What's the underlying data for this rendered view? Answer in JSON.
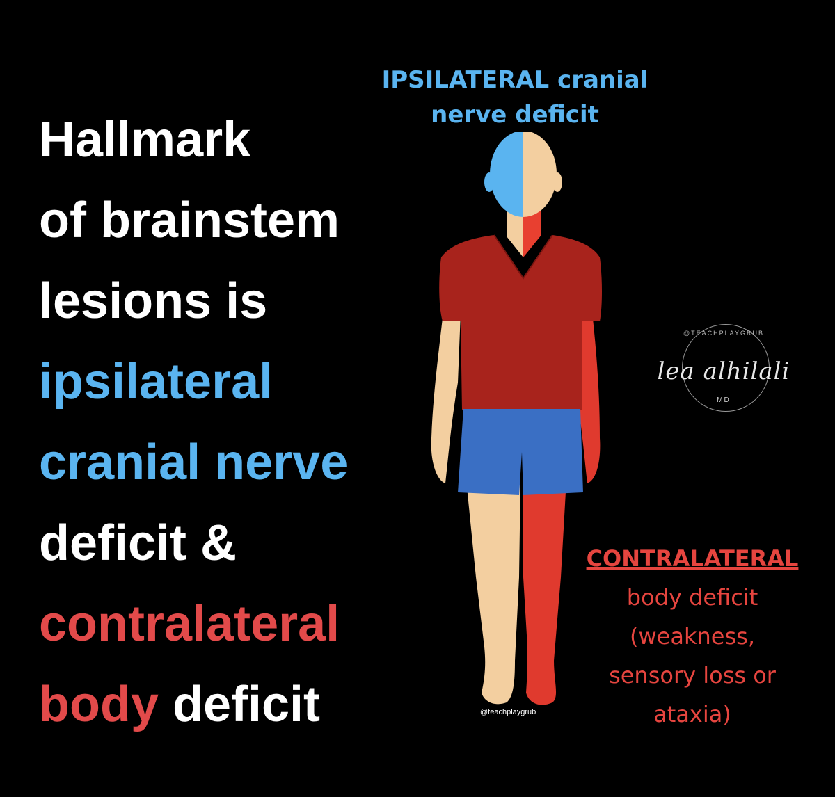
{
  "headline": {
    "line1": "Hallmark",
    "line2": "of brainstem",
    "line3": "lesions is",
    "line4": "ipsilateral",
    "line5": "cranial nerve",
    "line6": "deficit &",
    "line7": "contralateral",
    "line8_bold": "body",
    "line8_rest": " deficit"
  },
  "ipsilateral_label": {
    "line1": "IPSILATERAL cranial",
    "line2": "nerve deficit"
  },
  "contralateral_label": {
    "title": "CONTRALATERAL",
    "line1": "body deficit",
    "line2": "(weakness,",
    "line3": "sensory loss or",
    "line4": "ataxia)"
  },
  "signature": {
    "name": "lea alhilali",
    "degree": "MD",
    "handle": "@TEACHPLAYGRUB"
  },
  "watermark": "@teachplaygrub",
  "colors": {
    "ipsilateral": "#5ab4f0",
    "contralateral": "#e24a4a",
    "shirt": "#a8231c",
    "shorts": "#3a6fc4",
    "skin": "#f3cfa0",
    "background": "#000000"
  }
}
